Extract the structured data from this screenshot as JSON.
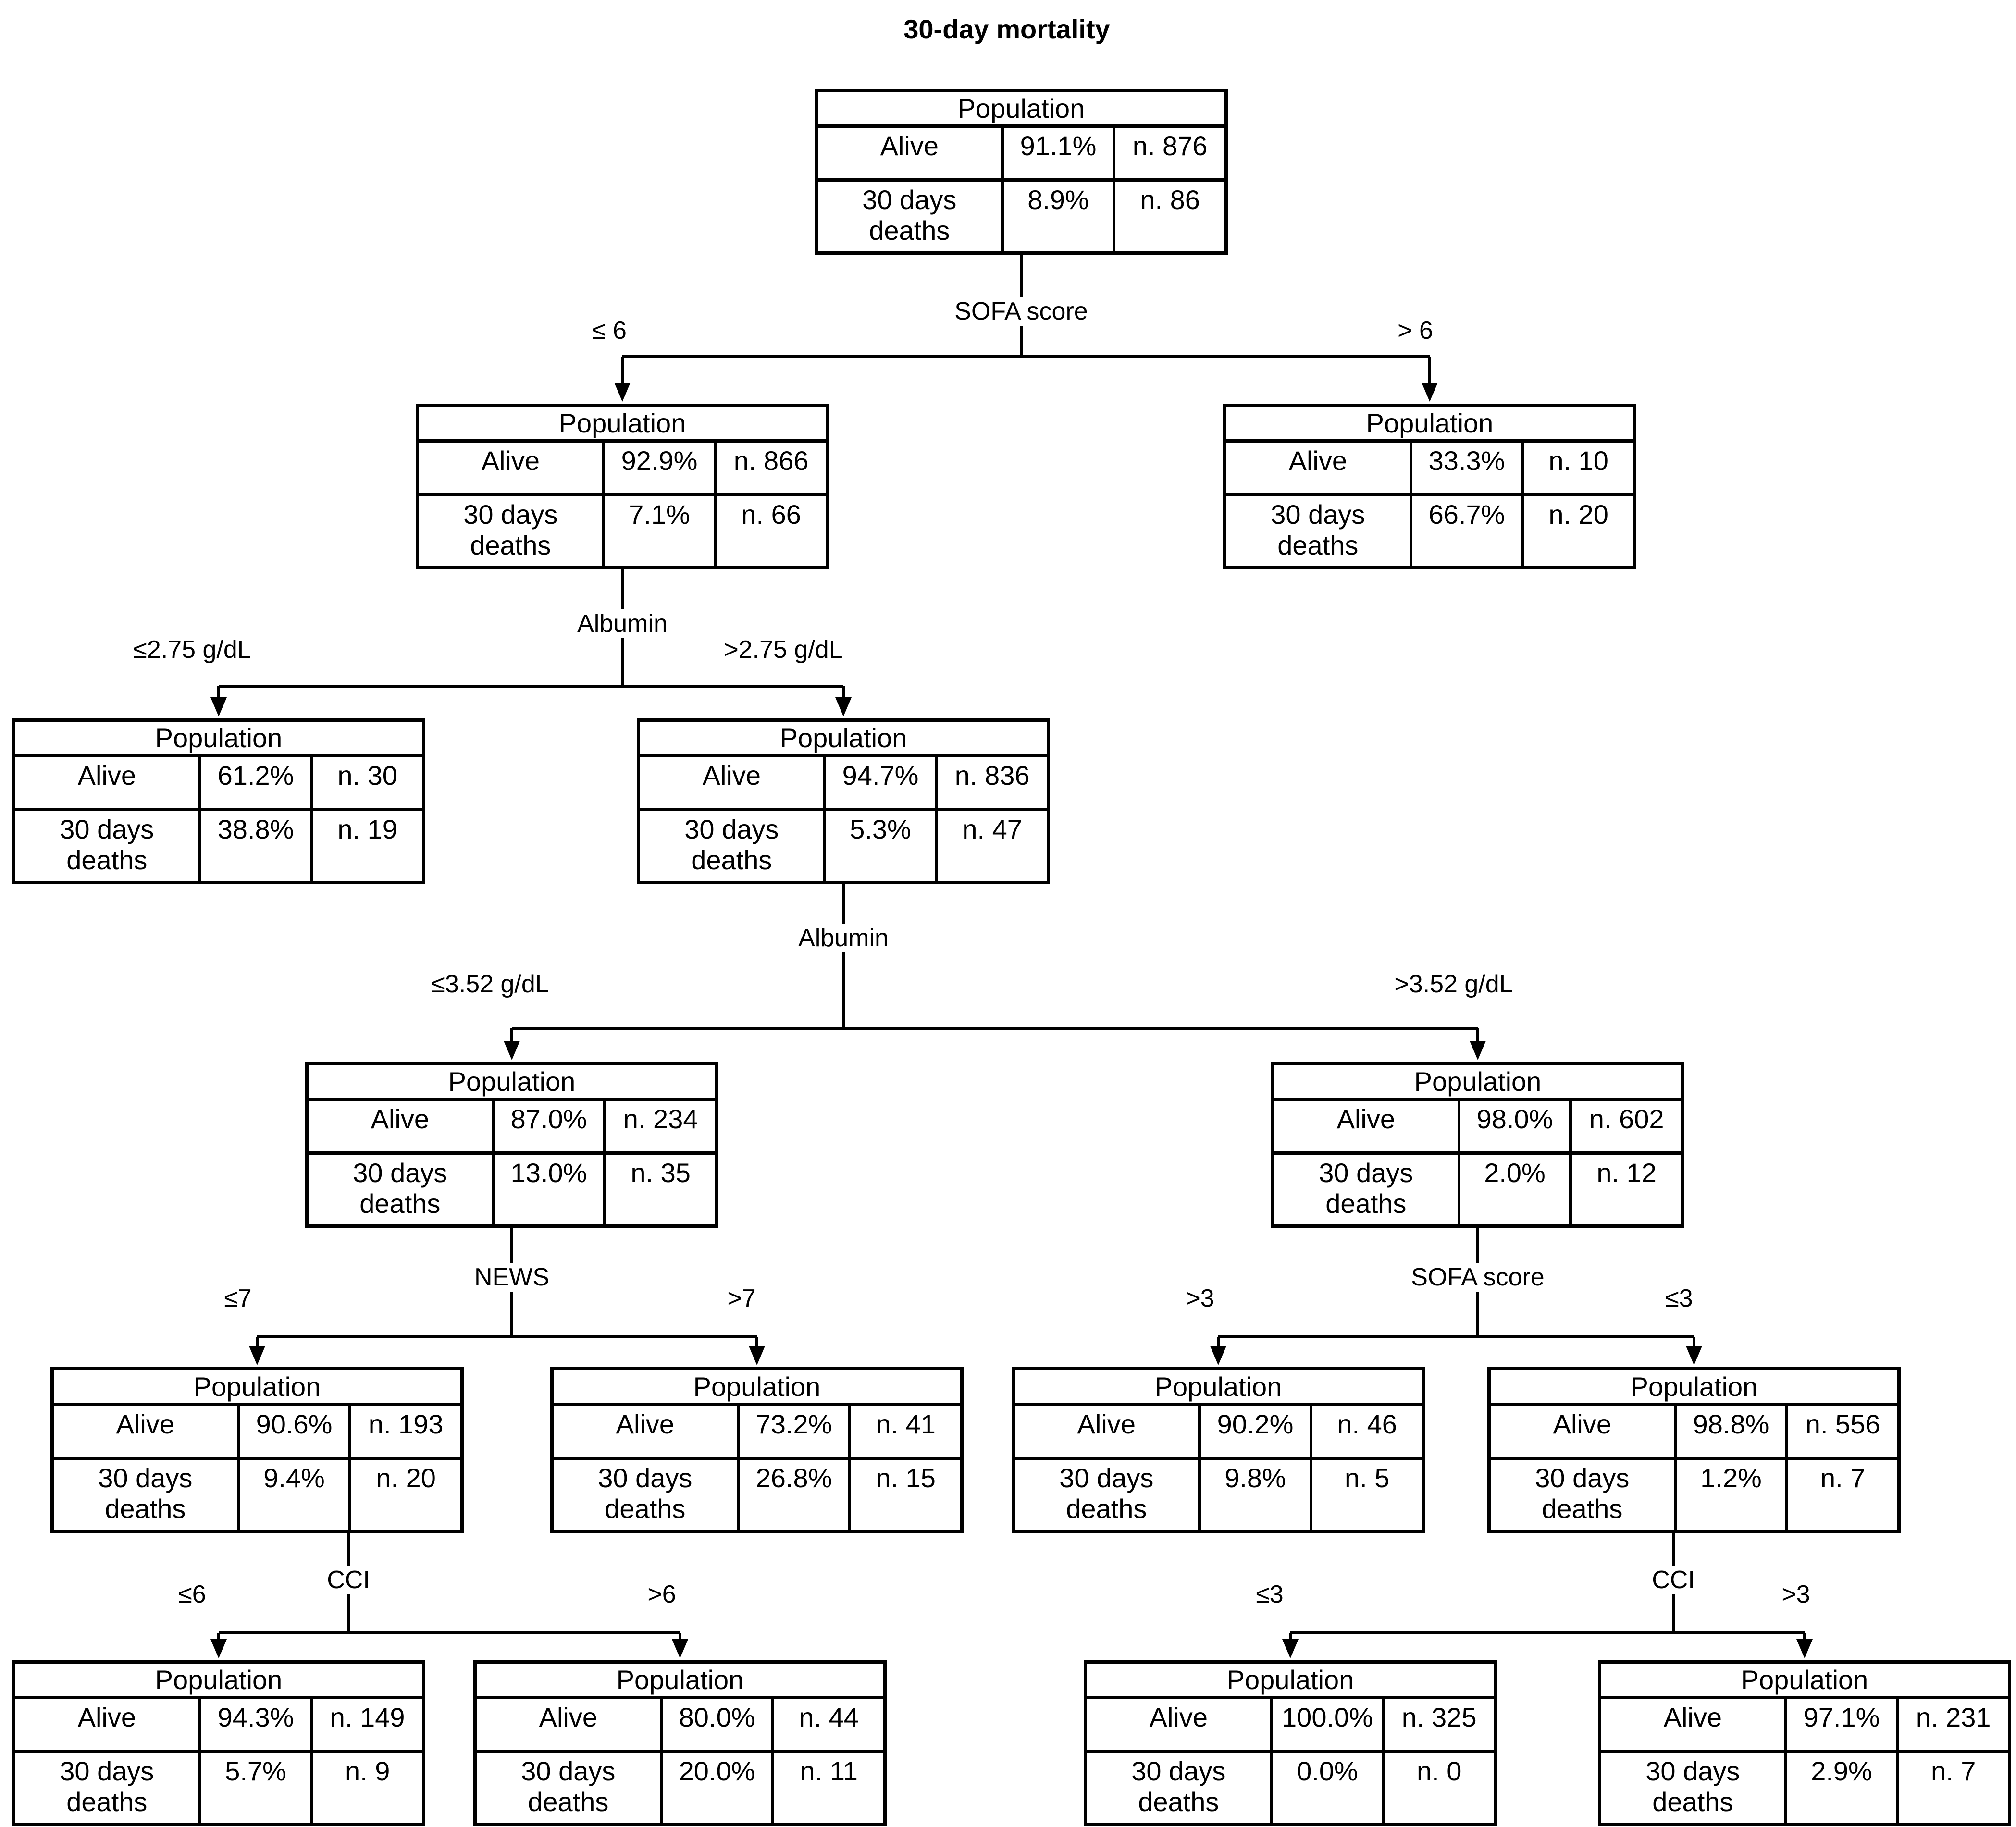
{
  "title": "30-day mortality",
  "nodes": [
    {
      "id": "root",
      "title": "Population",
      "alive_label": "Alive",
      "alive_pct": "91.1%",
      "alive_n": "n. 876",
      "deaths_label": "30 days\ndeaths",
      "deaths_pct": "8.9%",
      "deaths_n": "n. 86"
    },
    {
      "id": "sofa-le6",
      "title": "Population",
      "alive_label": "Alive",
      "alive_pct": "92.9%",
      "alive_n": "n. 866",
      "deaths_label": "30 days\ndeaths",
      "deaths_pct": "7.1%",
      "deaths_n": "n. 66"
    },
    {
      "id": "sofa-gt6",
      "title": "Population",
      "alive_label": "Alive",
      "alive_pct": "33.3%",
      "alive_n": "n. 10",
      "deaths_label": "30 days\ndeaths",
      "deaths_pct": "66.7%",
      "deaths_n": "n. 20"
    },
    {
      "id": "albumin-le275",
      "title": "Population",
      "alive_label": "Alive",
      "alive_pct": "61.2%",
      "alive_n": "n. 30",
      "deaths_label": "30 days\ndeaths",
      "deaths_pct": "38.8%",
      "deaths_n": "n. 19"
    },
    {
      "id": "albumin-gt275",
      "title": "Population",
      "alive_label": "Alive",
      "alive_pct": "94.7%",
      "alive_n": "n. 836",
      "deaths_label": "30 days\ndeaths",
      "deaths_pct": "5.3%",
      "deaths_n": "n. 47"
    },
    {
      "id": "albumin-le352",
      "title": "Population",
      "alive_label": "Alive",
      "alive_pct": "87.0%",
      "alive_n": "n. 234",
      "deaths_label": "30 days\ndeaths",
      "deaths_pct": "13.0%",
      "deaths_n": "n. 35"
    },
    {
      "id": "albumin-gt352",
      "title": "Population",
      "alive_label": "Alive",
      "alive_pct": "98.0%",
      "alive_n": "n. 602",
      "deaths_label": "30 days\ndeaths",
      "deaths_pct": "2.0%",
      "deaths_n": "n. 12"
    },
    {
      "id": "news-le7",
      "title": "Population",
      "alive_label": "Alive",
      "alive_pct": "90.6%",
      "alive_n": "n. 193",
      "deaths_label": "30 days\ndeaths",
      "deaths_pct": "9.4%",
      "deaths_n": "n. 20"
    },
    {
      "id": "news-gt7",
      "title": "Population",
      "alive_label": "Alive",
      "alive_pct": "73.2%",
      "alive_n": "n. 41",
      "deaths_label": "30 days\ndeaths",
      "deaths_pct": "26.8%",
      "deaths_n": "n. 15"
    },
    {
      "id": "sofa2-gt3",
      "title": "Population",
      "alive_label": "Alive",
      "alive_pct": "90.2%",
      "alive_n": "n. 46",
      "deaths_label": "30 days\ndeaths",
      "deaths_pct": "9.8%",
      "deaths_n": "n. 5"
    },
    {
      "id": "sofa2-le3",
      "title": "Population",
      "alive_label": "Alive",
      "alive_pct": "98.8%",
      "alive_n": "n. 556",
      "deaths_label": "30 days\ndeaths",
      "deaths_pct": "1.2%",
      "deaths_n": "n. 7"
    },
    {
      "id": "cci-le6",
      "title": "Population",
      "alive_label": "Alive",
      "alive_pct": "94.3%",
      "alive_n": "n. 149",
      "deaths_label": "30 days\ndeaths",
      "deaths_pct": "5.7%",
      "deaths_n": "n. 9"
    },
    {
      "id": "cci-gt6",
      "title": "Population",
      "alive_label": "Alive",
      "alive_pct": "80.0%",
      "alive_n": "n. 44",
      "deaths_label": "30 days\ndeaths",
      "deaths_pct": "20.0%",
      "deaths_n": "n. 11"
    },
    {
      "id": "cci2-le3",
      "title": "Population",
      "alive_label": "Alive",
      "alive_pct": "100.0%",
      "alive_n": "n. 325",
      "deaths_label": "30 days\ndeaths",
      "deaths_pct": "0.0%",
      "deaths_n": "n. 0"
    },
    {
      "id": "cci2-gt3",
      "title": "Population",
      "alive_label": "Alive",
      "alive_pct": "97.1%",
      "alive_n": "n. 231",
      "deaths_label": "30 days\ndeaths",
      "deaths_pct": "2.9%",
      "deaths_n": "n. 7"
    }
  ],
  "splits": [
    {
      "name": "SOFA score",
      "left": "≤ 6",
      "right": "> 6"
    },
    {
      "name": "Albumin",
      "left": "≤2.75 g/dL",
      "right": ">2.75 g/dL"
    },
    {
      "name": "Albumin",
      "left": "≤3.52 g/dL",
      "right": ">3.52 g/dL"
    },
    {
      "name": "NEWS",
      "left": "≤7",
      "right": ">7"
    },
    {
      "name": "SOFA score",
      "left": ">3",
      "right": "≤3"
    },
    {
      "name": "CCI",
      "left": "≤6",
      "right": ">6"
    },
    {
      "name": "CCI",
      "left": "≤3",
      "right": ">3"
    }
  ]
}
